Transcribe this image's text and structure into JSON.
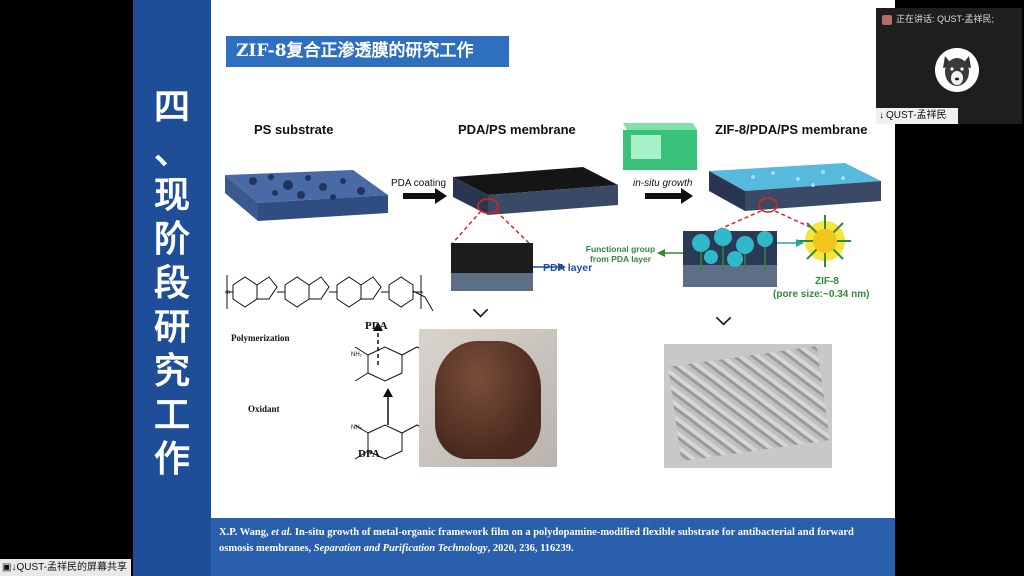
{
  "slide": {
    "section_title": [
      "四",
      "、",
      "现",
      "阶",
      "段",
      "研",
      "究",
      "工",
      "作"
    ],
    "title": "ZIF-8复合正渗透膜的研究工作",
    "labels": {
      "ps_substrate": "PS substrate",
      "pda_ps": "PDA/PS membrane",
      "zif_pda_ps": "ZIF-8/PDA/PS membrane",
      "pda_coating": "PDA coating",
      "in_situ_growth": "in-situ growth",
      "pda_layer": "PDA layer",
      "functional_group": "Functional group from PDA layer",
      "zif8": "ZIF-8",
      "pore_size": "(pore size:~0.34 nm)",
      "pda": "PDA",
      "polymerization": "Polymerization",
      "oxidant": "Oxidant",
      "dpa": "DPA",
      "n": "n",
      "nh2": "NH₂"
    },
    "footer": {
      "authors": "X.P. Wang, ",
      "etal": "et al.",
      "text": " In-situ growth of metal-organic framework film on a polydopamine-modified flexible substrate for antibacterial and forward osmosis membranes, ",
      "journal": "Separation and Purification Technology",
      "ref": ", 2020, 236, 116239."
    }
  },
  "meeting": {
    "speaking": "正在讲话: QUST-孟祥民;",
    "participant_name": "QUST-孟祥民",
    "share_label": "QUST-孟祥民的屏幕共享"
  },
  "colors": {
    "sidebar": "#1f4e99",
    "title_bar": "#2e6fc0",
    "footer": "#2a5fae",
    "label_blue": "#1f4ea8",
    "label_green": "#2e8b3a"
  }
}
